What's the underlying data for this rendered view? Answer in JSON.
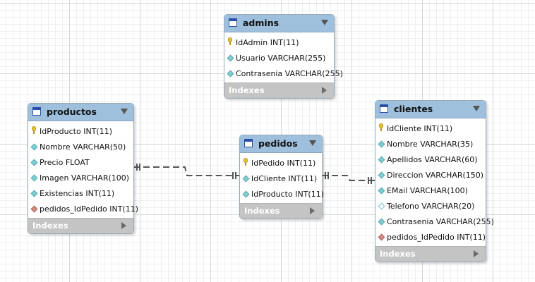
{
  "tables": {
    "admins": {
      "title": "admins",
      "columns": [
        {
          "label": "IdAdmin INT(11)",
          "icon": "primary-key-icon"
        },
        {
          "label": "Usuario VARCHAR(255)",
          "icon": "column-diamond-icon"
        },
        {
          "label": "Contrasenia VARCHAR(255)",
          "icon": "column-diamond-icon"
        }
      ],
      "footer": "Indexes"
    },
    "productos": {
      "title": "productos",
      "columns": [
        {
          "label": "IdProducto INT(11)",
          "icon": "primary-key-icon"
        },
        {
          "label": "Nombre VARCHAR(50)",
          "icon": "column-diamond-icon"
        },
        {
          "label": "Precio FLOAT",
          "icon": "column-diamond-icon"
        },
        {
          "label": "Imagen VARCHAR(100)",
          "icon": "column-diamond-icon"
        },
        {
          "label": "Existencias INT(11)",
          "icon": "column-diamond-icon"
        },
        {
          "label": "pedidos_IdPedido INT(11)",
          "icon": "foreign-key-diamond-icon"
        }
      ],
      "footer": "Indexes"
    },
    "pedidos": {
      "title": "pedidos",
      "columns": [
        {
          "label": "IdPedido INT(11)",
          "icon": "primary-key-icon"
        },
        {
          "label": "IdCliente INT(11)",
          "icon": "column-diamond-icon"
        },
        {
          "label": "IdProducto INT(11)",
          "icon": "column-diamond-icon"
        }
      ],
      "footer": "Indexes"
    },
    "clientes": {
      "title": "clientes",
      "columns": [
        {
          "label": "IdCliente INT(11)",
          "icon": "primary-key-icon"
        },
        {
          "label": "Nombre VARCHAR(35)",
          "icon": "column-diamond-icon"
        },
        {
          "label": "Apellidos VARCHAR(60)",
          "icon": "column-diamond-icon"
        },
        {
          "label": "Direccion VARCHAR(150)",
          "icon": "column-diamond-icon"
        },
        {
          "label": "EMail VARCHAR(100)",
          "icon": "column-diamond-icon"
        },
        {
          "label": "Telefono VARCHAR(20)",
          "icon": "nullable-column-diamond-icon"
        },
        {
          "label": "Contrasenia VARCHAR(255)",
          "icon": "column-diamond-icon"
        },
        {
          "label": "pedidos_IdPedido INT(11)",
          "icon": "foreign-key-diamond-icon"
        }
      ],
      "footer": "Indexes"
    }
  },
  "colors": {
    "header": "#9fc0dd",
    "footer": "#c4c4c4",
    "relationship_line": "#555555"
  }
}
